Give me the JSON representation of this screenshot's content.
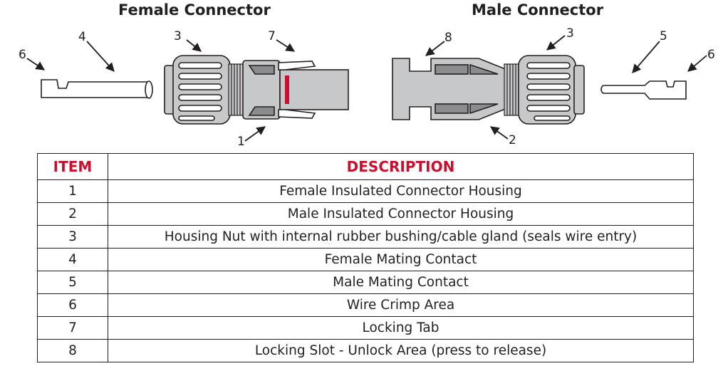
{
  "titles": {
    "female": "Female Connector",
    "male": "Male Connector"
  },
  "callouts": {
    "c1": "1",
    "c2": "2",
    "c3a": "3",
    "c3b": "3",
    "c4": "4",
    "c5": "5",
    "c6a": "6",
    "c6b": "6",
    "c7": "7",
    "c8": "8"
  },
  "colors": {
    "accent": "#c8102e",
    "connector_fill": "#c7c8ca",
    "connector_dark": "#8a8c8e",
    "outline": "#231f20"
  },
  "table": {
    "headers": {
      "item": "ITEM",
      "description": "DESCRIPTION"
    },
    "rows": [
      {
        "item": "1",
        "description": "Female Insulated Connector Housing"
      },
      {
        "item": "2",
        "description": "Male Insulated Connector Housing"
      },
      {
        "item": "3",
        "description": "Housing Nut with internal rubber bushing/cable gland (seals wire entry)"
      },
      {
        "item": "4",
        "description": "Female Mating Contact"
      },
      {
        "item": "5",
        "description": "Male Mating Contact"
      },
      {
        "item": "6",
        "description": "Wire Crimp Area"
      },
      {
        "item": "7",
        "description": "Locking Tab"
      },
      {
        "item": "8",
        "description": "Locking Slot - Unlock Area (press to release)"
      }
    ]
  }
}
